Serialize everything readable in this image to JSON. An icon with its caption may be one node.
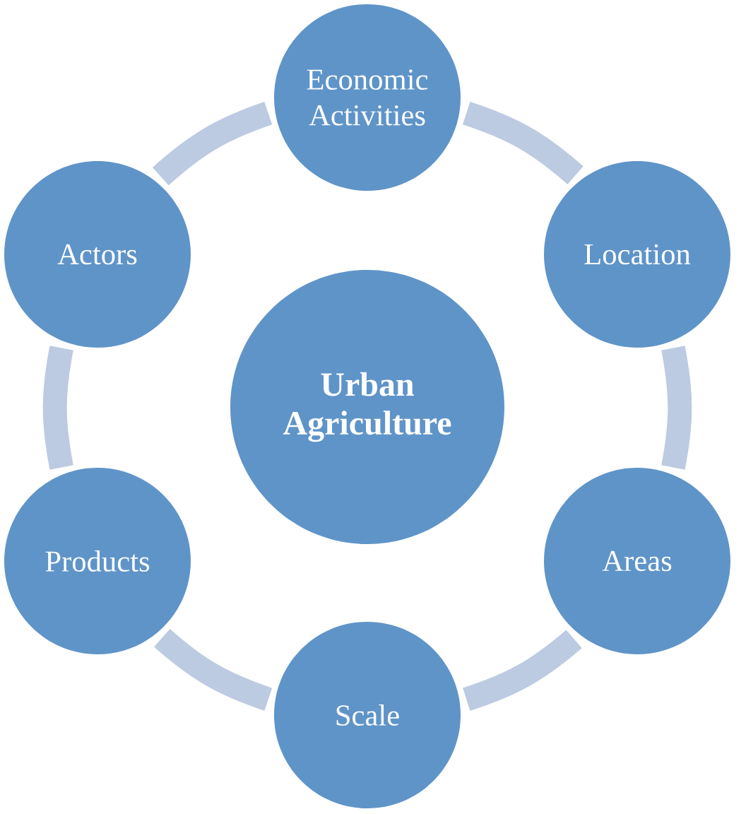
{
  "diagram": {
    "nodes": [
      {
        "text": [
          "Economic Activities"
        ]
      },
      {
        "text": [
          "Actors"
        ]
      },
      {
        "text": [
          "Location"
        ]
      },
      {
        "text": [
          "Urban Agriculture"
        ]
      },
      {
        "text": [
          "Products"
        ]
      },
      {
        "text": [
          "Areas"
        ]
      },
      {
        "text": [
          "Scale"
        ]
      }
    ],
    "edges": [
      {
        "from": 0,
        "to": 2,
        "arrow": "none"
      },
      {
        "from": 2,
        "to": 5,
        "arrow": "none"
      },
      {
        "from": 5,
        "to": 6,
        "arrow": "none"
      },
      {
        "from": 6,
        "to": 4,
        "arrow": "none"
      },
      {
        "from": 4,
        "to": 1,
        "arrow": "none"
      },
      {
        "from": 1,
        "to": 0,
        "arrow": "none"
      }
    ]
  }
}
